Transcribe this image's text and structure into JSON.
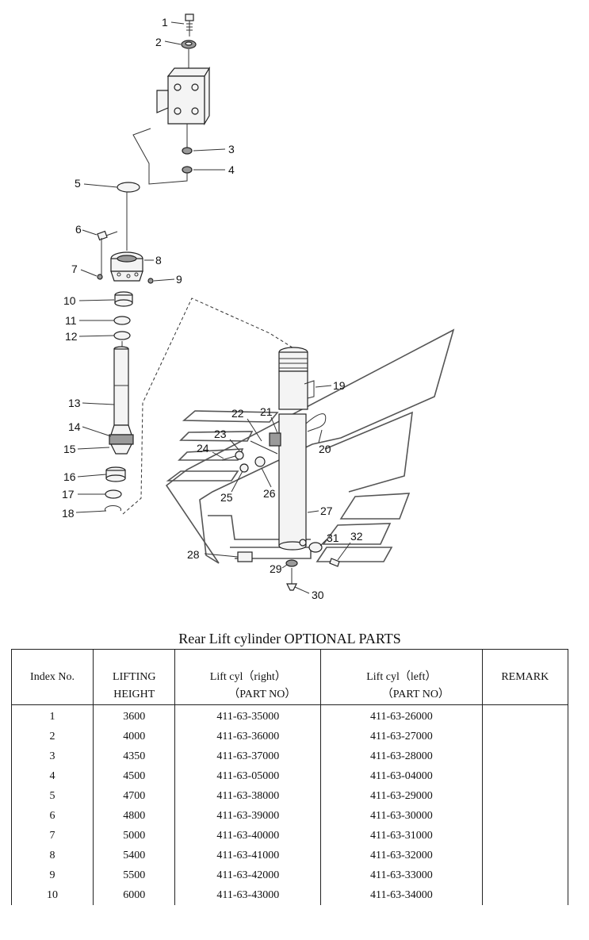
{
  "callouts": [
    "1",
    "2",
    "3",
    "4",
    "5",
    "6",
    "7",
    "8",
    "9",
    "10",
    "11",
    "12",
    "13",
    "14",
    "15",
    "16",
    "17",
    "18",
    "19",
    "20",
    "21",
    "22",
    "23",
    "24",
    "25",
    "26",
    "27",
    "28",
    "29",
    "30",
    "31",
    "32"
  ],
  "table": {
    "title": "Rear Lift cylinder OPTIONAL PARTS",
    "headers": {
      "index": "Index No.",
      "lifting_line1": "LIFTING",
      "lifting_line2": "HEIGHT",
      "right_line1": "Lift cyl（right）",
      "right_line2": "（PART NO）",
      "left_line1": "Lift cyl（left）",
      "left_line2": "（PART NO）",
      "remark": "REMARK"
    },
    "rows": [
      {
        "index": "1",
        "height": "3600",
        "right": "411-63-35000",
        "left": "411-63-26000",
        "remark": ""
      },
      {
        "index": "2",
        "height": "4000",
        "right": "411-63-36000",
        "left": "411-63-27000",
        "remark": ""
      },
      {
        "index": "3",
        "height": "4350",
        "right": "411-63-37000",
        "left": "411-63-28000",
        "remark": ""
      },
      {
        "index": "4",
        "height": "4500",
        "right": "411-63-05000",
        "left": "411-63-04000",
        "remark": ""
      },
      {
        "index": "5",
        "height": "4700",
        "right": "411-63-38000",
        "left": "411-63-29000",
        "remark": ""
      },
      {
        "index": "6",
        "height": "4800",
        "right": "411-63-39000",
        "left": "411-63-30000",
        "remark": ""
      },
      {
        "index": "7",
        "height": "5000",
        "right": "411-63-40000",
        "left": "411-63-31000",
        "remark": ""
      },
      {
        "index": "8",
        "height": "5400",
        "right": "411-63-41000",
        "left": "411-63-32000",
        "remark": ""
      },
      {
        "index": "9",
        "height": "5500",
        "right": "411-63-42000",
        "left": "411-63-33000",
        "remark": ""
      },
      {
        "index": "10",
        "height": "6000",
        "right": "411-63-43000",
        "left": "411-63-34000",
        "remark": ""
      }
    ]
  }
}
